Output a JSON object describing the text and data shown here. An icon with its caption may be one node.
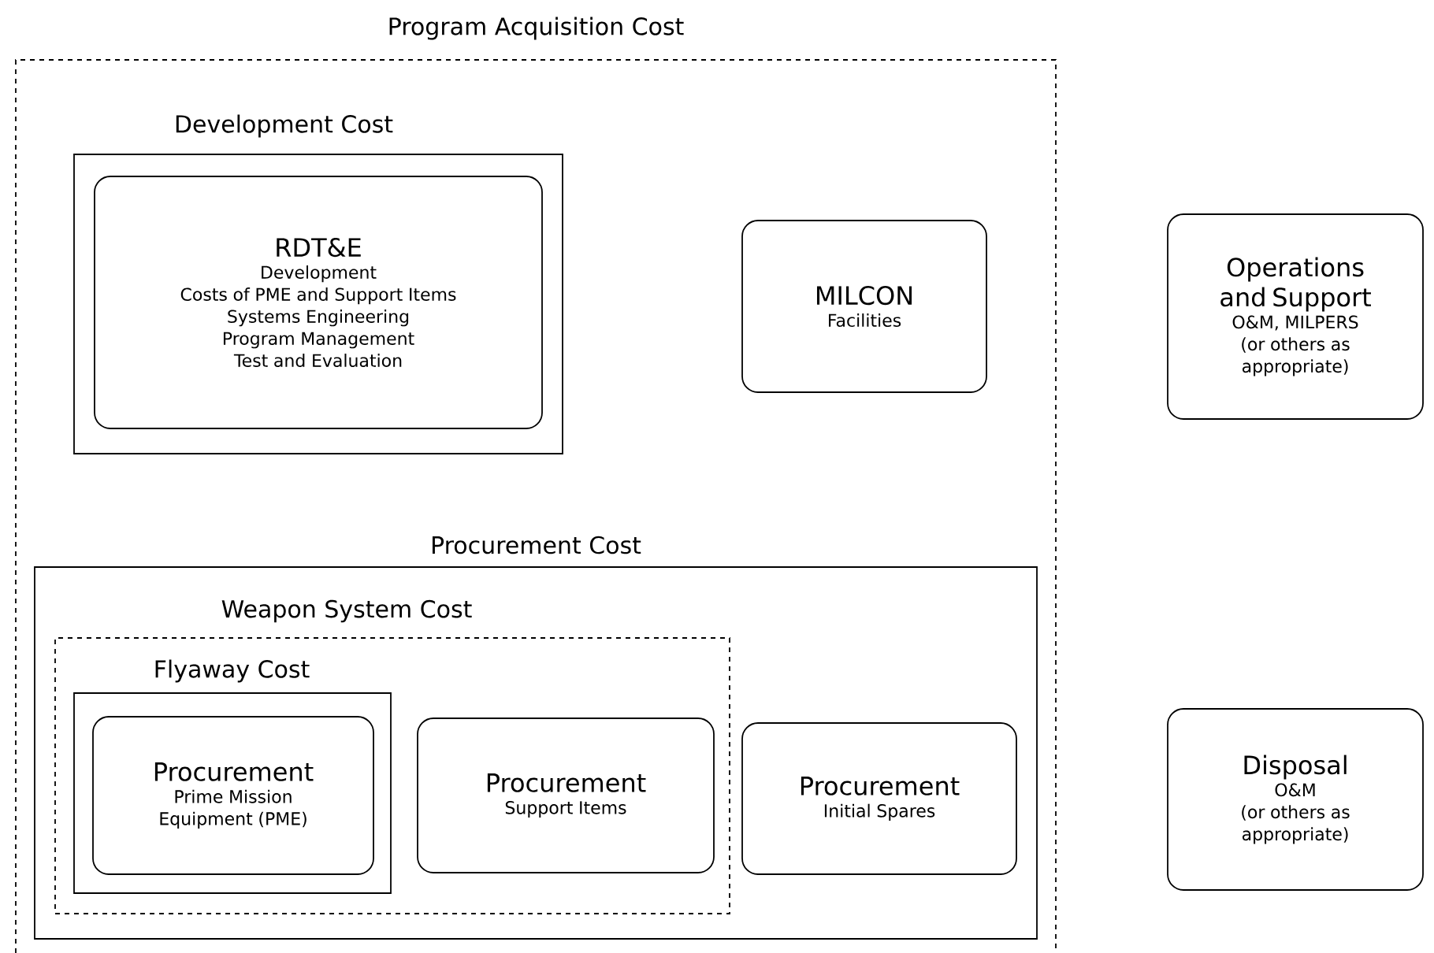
{
  "diagram": {
    "nodes": [
      {
        "text": [
          "Program Acquisition Cost"
        ]
      },
      {
        "text": [
          "Development Cost"
        ],
        "in": 0
      },
      {
        "text": [
          "RDT&E",
          "Development",
          "Costs of PME and Support Items",
          "Systems Engineering",
          "Program Management",
          "Test and Evaluation"
        ],
        "in": 1
      },
      {
        "text": [
          "MILCON",
          "Facilities"
        ],
        "in": 0
      },
      {
        "text": [
          "Procurement Cost"
        ],
        "in": 0
      },
      {
        "text": [
          "Weapon System Cost"
        ],
        "in": 4
      },
      {
        "text": [
          "Flyaway Cost"
        ],
        "in": 5
      },
      {
        "text": [
          "Procurement",
          "Prime Mission Equipment (PME)"
        ],
        "in": 6
      },
      {
        "text": [
          "Procurement",
          "Support Items"
        ],
        "in": 5
      },
      {
        "text": [
          "Procurement",
          "Initial Spares"
        ],
        "in": 4
      },
      {
        "text": [
          "Operations and Support",
          "O&M, MILPERS",
          "(or others as appropriate)"
        ]
      },
      {
        "text": [
          "Disposal",
          "O&M",
          "(or others as appropriate)"
        ]
      }
    ],
    "edges": []
  }
}
